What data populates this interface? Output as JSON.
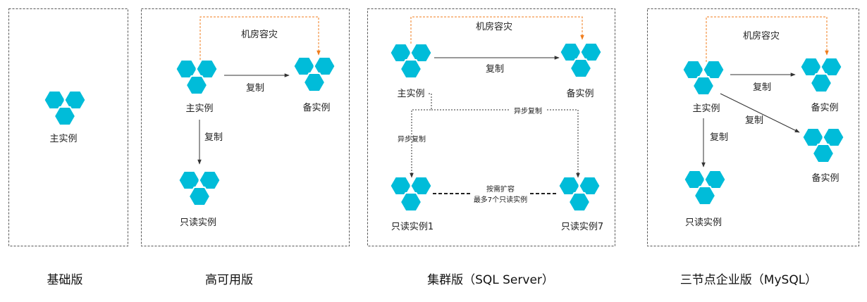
{
  "colors": {
    "node": "#00BCD9",
    "arrow": "#333333",
    "dr_arrow": "#F07C1C",
    "border": "#555555"
  },
  "icons": {
    "instance": "hexagon-cluster-icon"
  },
  "panels": {
    "basic": {
      "caption": "基础版",
      "primary": "主实例"
    },
    "ha": {
      "caption": "高可用版",
      "dr": "机房容灾",
      "primary": "主实例",
      "standby": "备实例",
      "replicate_to_standby": "复制",
      "replicate_to_readonly": "复制",
      "readonly": "只读实例"
    },
    "cluster": {
      "caption": "集群版（SQL Server）",
      "dr": "机房容灾",
      "primary": "主实例",
      "standby": "备实例",
      "replicate": "复制",
      "async_left": "异步复制",
      "async_right": "异步复制",
      "readonly_1": "只读实例1",
      "readonly_7": "只读实例7",
      "scale_line1": "按需扩容",
      "scale_line2": "最多7个只读实例"
    },
    "enterprise": {
      "caption": "三节点企业版（MySQL）",
      "dr": "机房容灾",
      "primary": "主实例",
      "standby_1": "备实例",
      "standby_2": "备实例",
      "replicate_1": "复制",
      "replicate_2": "复制",
      "replicate_3": "复制",
      "readonly": "只读实例"
    }
  }
}
